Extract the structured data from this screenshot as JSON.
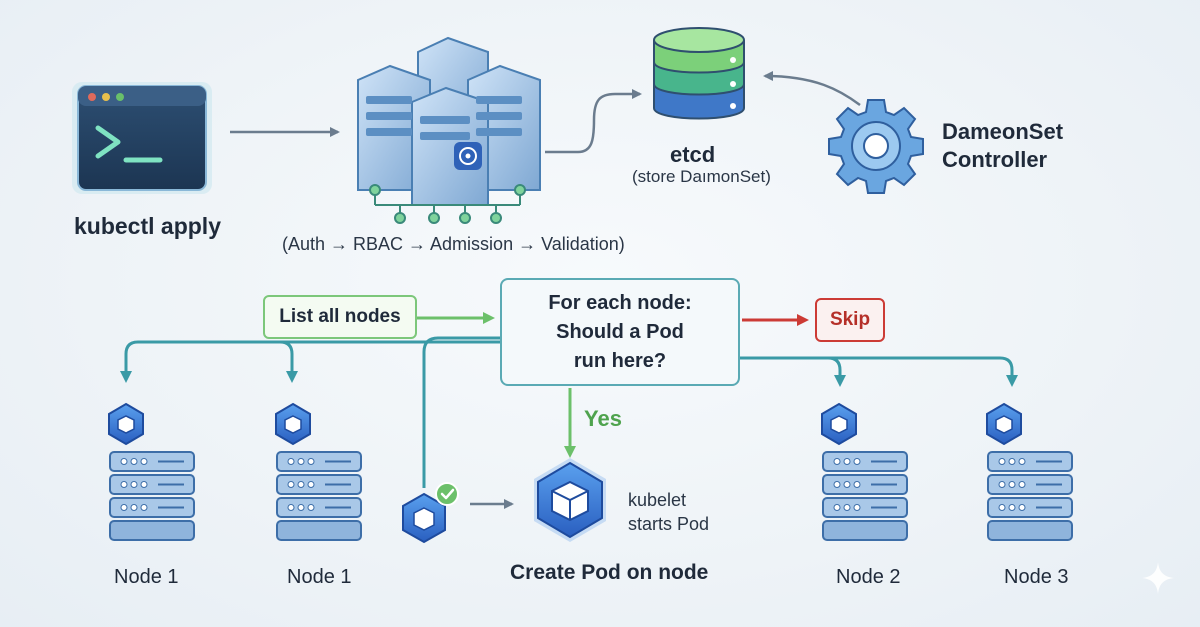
{
  "steps": {
    "kubectl_label": "kubectl apply",
    "api_checks": "(Auth → RBAC → Admission → Validation)",
    "etcd_title": "etcd",
    "etcd_subtitle": "(store DaımonSet)",
    "controller_line1": "DameonSet",
    "controller_line2": "Controller"
  },
  "decision": {
    "list_nodes": "List all nodes",
    "question_line1": "For each node:",
    "question_line2": "Should a Pod",
    "question_line3": "run here?",
    "skip": "Skip",
    "yes": "Yes"
  },
  "create": {
    "title": "Create Pod on node",
    "kubelet_line1": "kubelet",
    "kubelet_line2": "starts Pod"
  },
  "nodes": [
    "Node 1",
    "Node 1",
    "Node 2",
    "Node 3"
  ],
  "colors": {
    "teal": "#3a9aa6",
    "green": "#6cc06a",
    "red": "#cc3b35",
    "blue": "#3d7bd6",
    "navy": "#1f3f63"
  }
}
